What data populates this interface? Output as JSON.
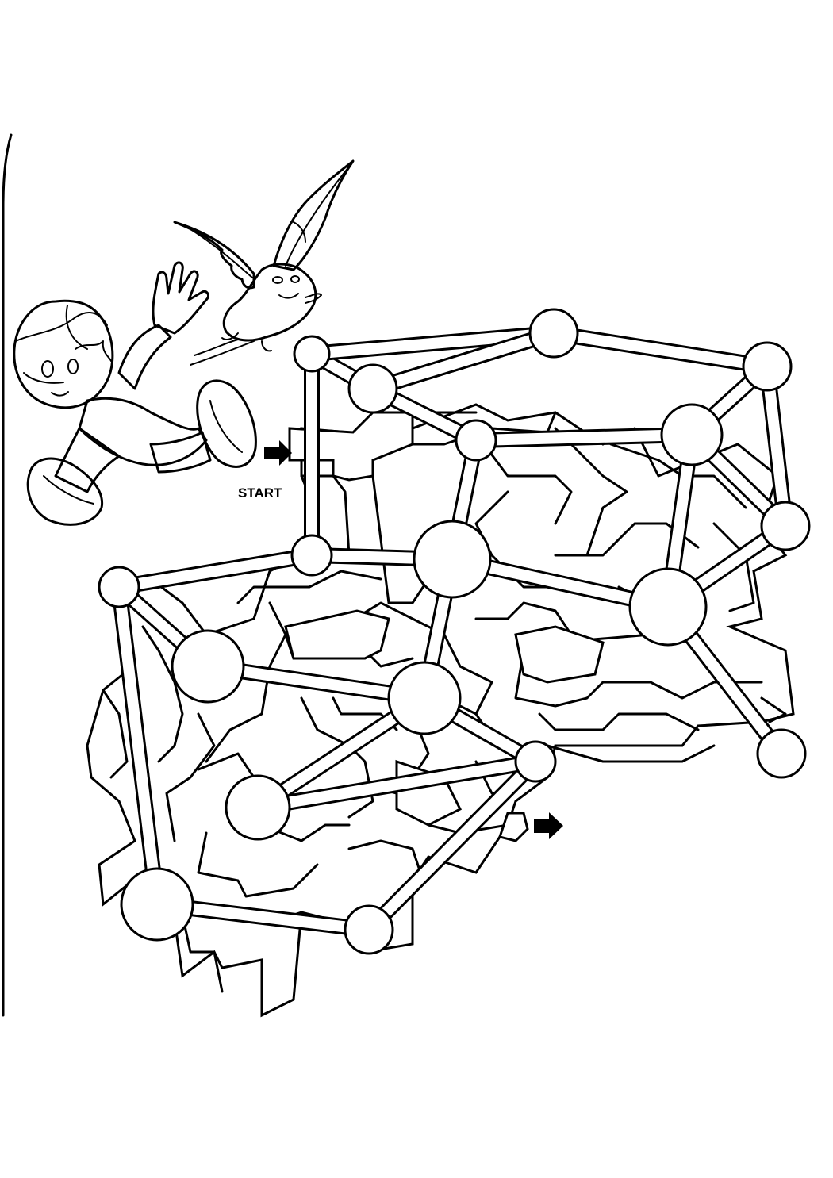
{
  "maze": {
    "start_label": "START",
    "start_arrow_icon": "arrow-right-icon",
    "finish_arrow_icon": "arrow-right-icon"
  },
  "characters": [
    "boy-character",
    "bat-creature-character"
  ],
  "colors": {
    "ink": "#000000",
    "paper": "#ffffff"
  }
}
